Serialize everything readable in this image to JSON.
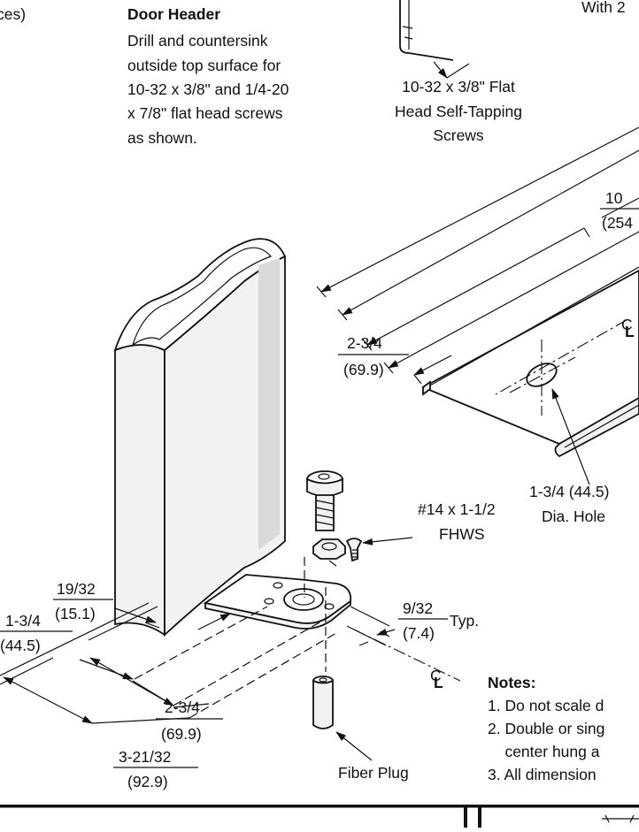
{
  "labels": {
    "top_left_fragment": "ces)",
    "header_title": "Door Header",
    "header_desc": [
      "Drill and countersink",
      "outside top surface for",
      "10-32 x 3/8\" and  1/4-20",
      "x 7/8\" flat head screws",
      "as shown."
    ],
    "top_right_fragment": "With 2",
    "screw_callout": [
      "10-32 x 3/8\" Flat",
      "Head Self-Tapping",
      "Screws"
    ],
    "dim_10": "10",
    "dim_254": "(254",
    "dim_right_top": [
      "2-3/4",
      "(69.9)"
    ],
    "centerline_mark": "C",
    "centerline_sub": "L",
    "hole_callout": [
      "1-3/4 (44.5)",
      "Dia. Hole"
    ],
    "fhws_callout": [
      "#14 x 1-1/2",
      "FHWS"
    ],
    "dim_19_32": [
      "19/32",
      "(15.1)"
    ],
    "dim_1_3_4": [
      "1-3/4",
      "(44.5)"
    ],
    "dim_9_32": [
      "9/32",
      "(7.4)",
      "Typ."
    ],
    "dim_2_3_4_bottom": [
      "2-3/4",
      "(69.9)"
    ],
    "dim_3_21_32": [
      "3-21/32",
      "(92.9)"
    ],
    "fiber_plug": "Fiber Plug",
    "notes_title": "Notes:",
    "notes": [
      "1. Do not scale d",
      "2. Double or sing",
      "    center hung a",
      "3. All dimension"
    ]
  },
  "colors": {
    "line": "#111111",
    "paper": "#ffffff",
    "fill": "#f2f2f2"
  }
}
